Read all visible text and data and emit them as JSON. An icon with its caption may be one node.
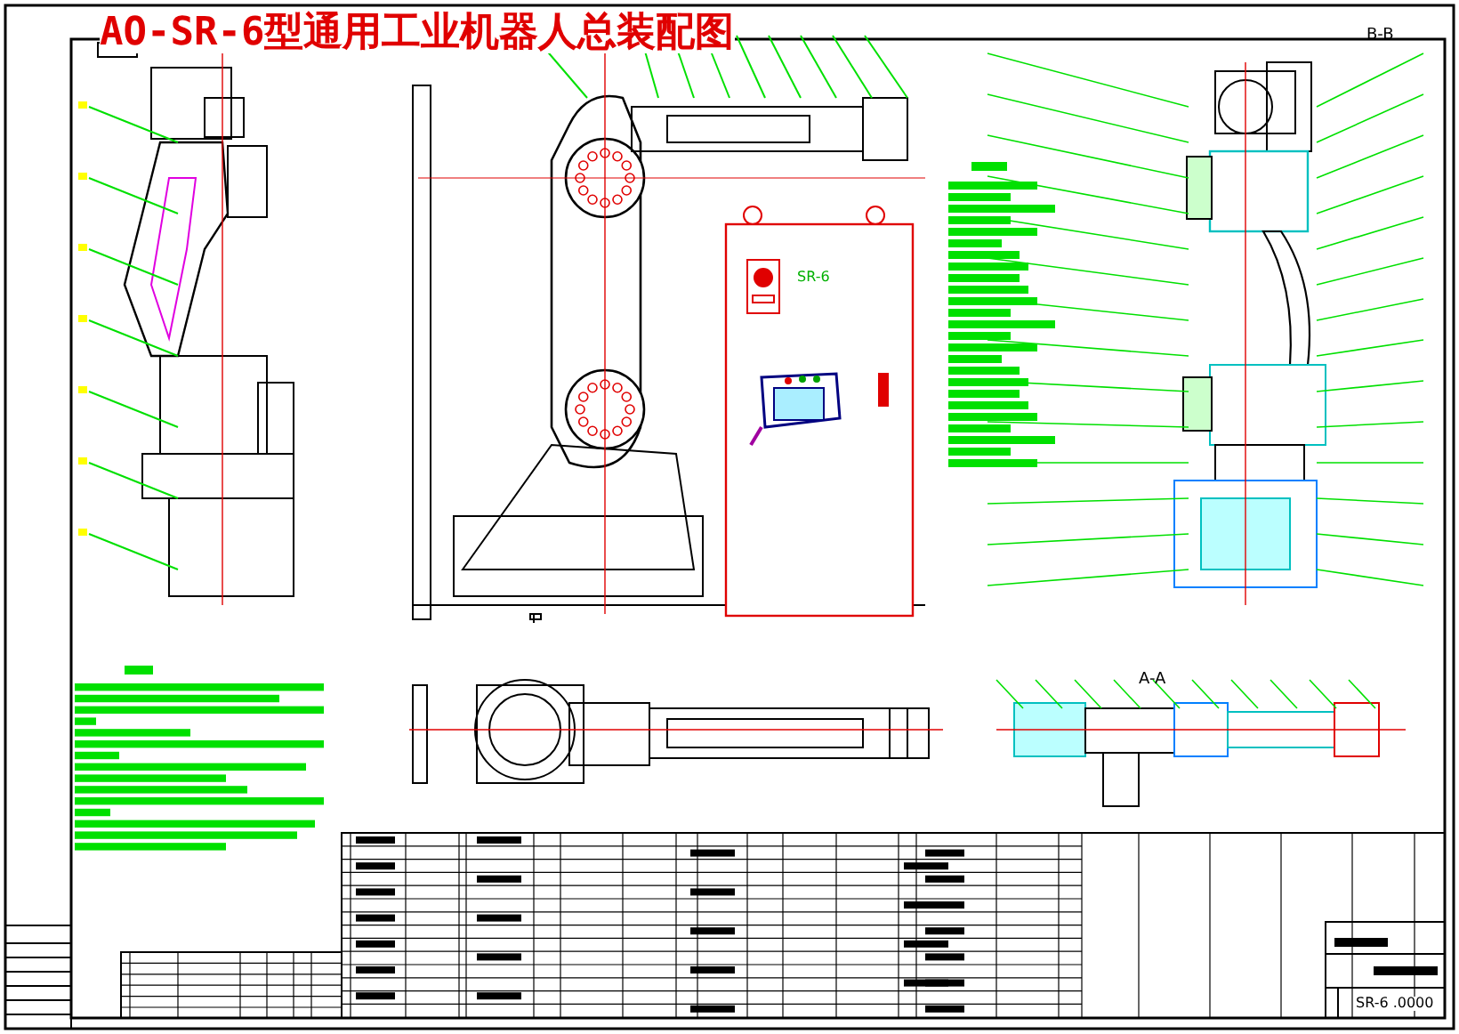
{
  "diagram": {
    "title": "AO-SR-6型通用工业机器人总装配图",
    "labels": [
      "B-B",
      "SR-6",
      "A-A",
      "SR-6 .0000"
    ]
  }
}
